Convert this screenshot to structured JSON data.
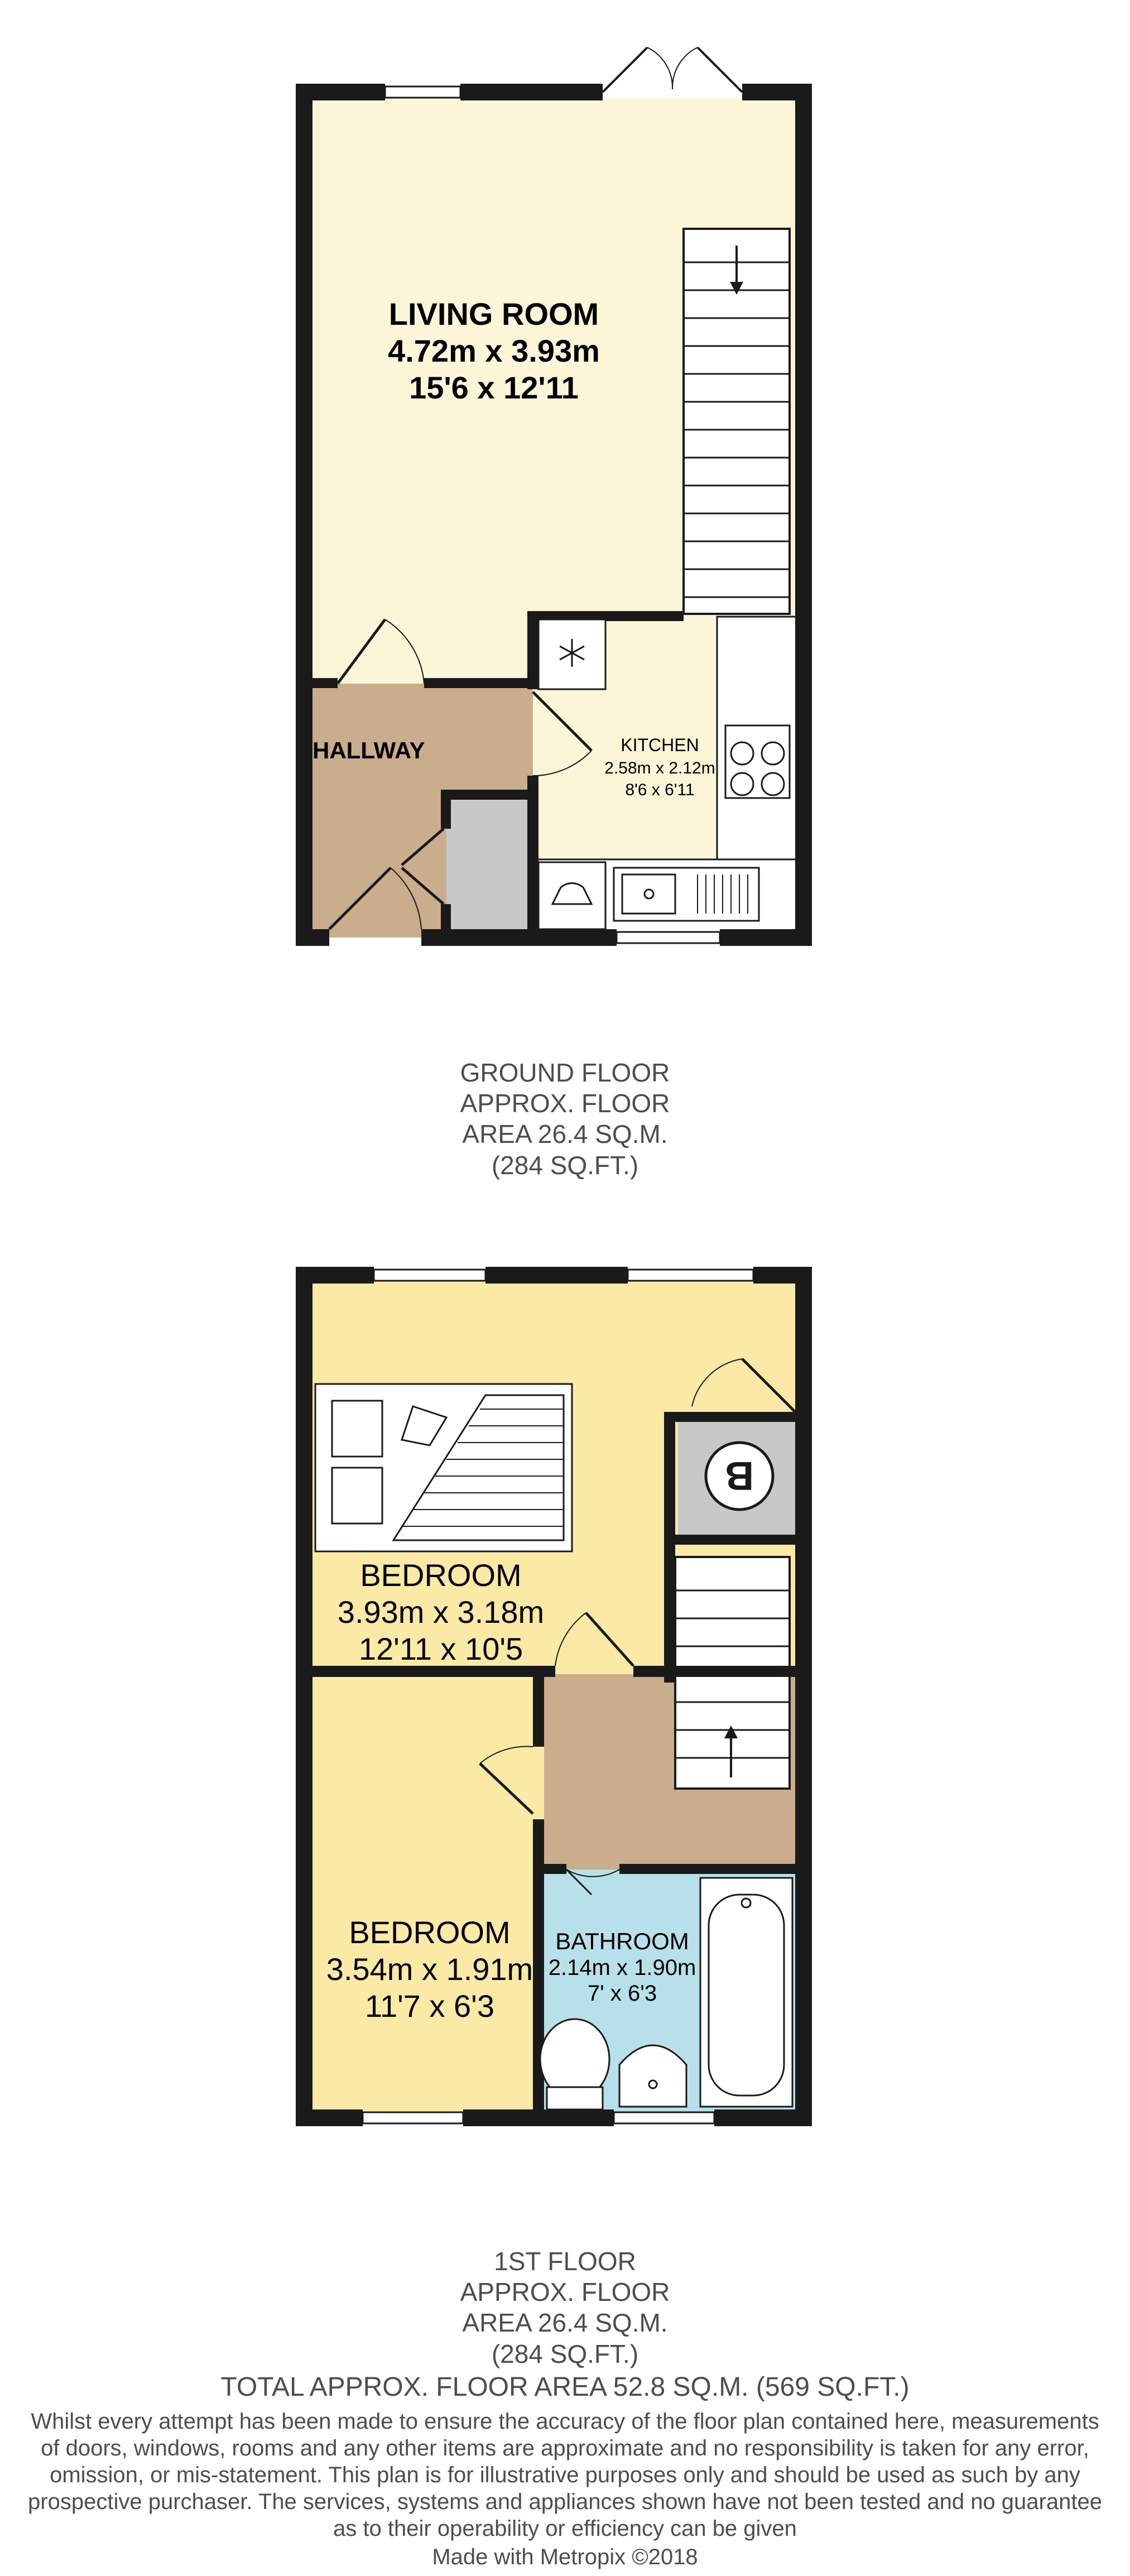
{
  "ground_floor": {
    "rooms": {
      "living_room": {
        "name": "LIVING ROOM",
        "metric": "4.72m x 3.93m",
        "imperial": "15'6 x 12'11"
      },
      "hallway": {
        "name": "HALLWAY"
      },
      "kitchen": {
        "name": "KITCHEN",
        "metric": "2.58m x 2.12m",
        "imperial": "8'6 x 6'11"
      }
    },
    "floor_label": "GROUND FLOOR",
    "area_line1": "APPROX. FLOOR",
    "area_line2": "AREA 26.4 SQ.M.",
    "area_line3": "(284 SQ.FT.)"
  },
  "first_floor": {
    "rooms": {
      "bedroom1": {
        "name": "BEDROOM",
        "metric": "3.93m x 3.18m",
        "imperial": "12'11 x 10'5"
      },
      "bedroom2": {
        "name": "BEDROOM",
        "metric": "3.54m x 1.91m",
        "imperial": "11'7 x 6'3"
      },
      "bathroom": {
        "name": "BATHROOM",
        "metric": "2.14m x 1.90m",
        "imperial": "7' x 6'3"
      },
      "boiler": {
        "symbol": "B"
      }
    },
    "floor_label": "1ST FLOOR",
    "area_line1": "APPROX. FLOOR",
    "area_line2": "AREA 26.4 SQ.M.",
    "area_line3": "(284 SQ.FT.)"
  },
  "total": "TOTAL APPROX. FLOOR AREA 52.8 SQ.M. (569 SQ.FT.)",
  "disclaimer": [
    "Whilst every attempt has been made to ensure the accuracy of the floor plan contained here, measurements",
    "of doors, windows, rooms and any other items are approximate and no responsibility is taken for any error,",
    "omission, or mis-statement. This plan is for illustrative purposes only and should be used as such by any",
    "prospective purchaser. The services, systems and appliances shown have not been tested and no guarantee",
    "as to their operability or efficiency can be given"
  ],
  "credit": "Made with Metropix ©2018",
  "colors": {
    "wall": "#1a1a1a",
    "living": "#fbf6d8",
    "kitchen": "#fbf6d8",
    "hallway": "#c9ad8d",
    "cupboard": "#c8c8c8",
    "bedroom": "#faeaa5",
    "bathroom": "#b8e0ea",
    "text_grey": "#4d4d4d"
  },
  "icons": [
    "stairs-icon",
    "door-swing-icon",
    "freezer-icon",
    "hob-icon",
    "sink-icon",
    "washer-icon",
    "bed-icon",
    "bath-icon",
    "toilet-icon",
    "basin-icon",
    "boiler-icon",
    "window-icon",
    "french-door-icon"
  ]
}
